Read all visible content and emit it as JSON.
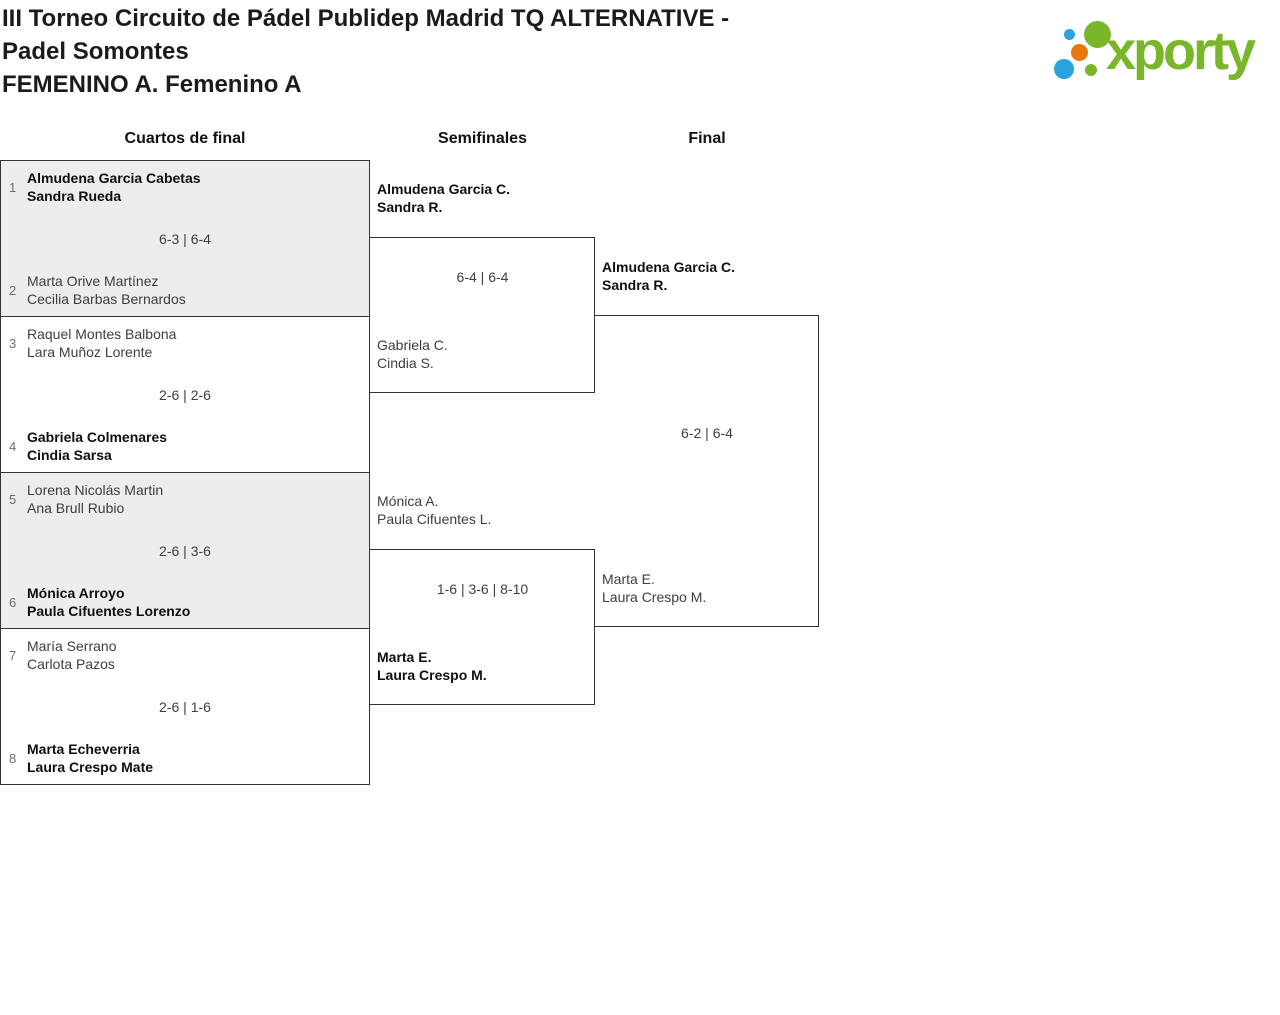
{
  "page": {
    "title_lines": [
      "III Torneo Circuito de Pádel Publidep Madrid TQ ALTERNATIVE -",
      "Padel Somontes",
      "FEMENINO A. Femenino A"
    ]
  },
  "logo": {
    "text": "xporty"
  },
  "rounds": {
    "r1": "Cuartos de final",
    "r2": "Semifinales",
    "r3": "Final"
  },
  "quarterfinals": [
    {
      "seed_top": "1",
      "top_name1": "Almudena Garcia Cabetas",
      "top_name2": "Sandra Rueda",
      "top_winner": true,
      "score": "6-3 | 6-4",
      "seed_bottom": "2",
      "bottom_name1": "Marta Orive Martínez",
      "bottom_name2": "Cecilia Barbas Bernardos",
      "bottom_winner": false
    },
    {
      "seed_top": "3",
      "top_name1": "Raquel Montes Balbona",
      "top_name2": "Lara Muñoz Lorente",
      "top_winner": false,
      "score": "2-6 | 2-6",
      "seed_bottom": "4",
      "bottom_name1": "Gabriela Colmenares",
      "bottom_name2": "Cindia Sarsa",
      "bottom_winner": true
    },
    {
      "seed_top": "5",
      "top_name1": "Lorena Nicolás Martin",
      "top_name2": "Ana Brull Rubio",
      "top_winner": false,
      "score": "2-6 | 3-6",
      "seed_bottom": "6",
      "bottom_name1": "Mónica Arroyo",
      "bottom_name2": "Paula Cifuentes Lorenzo",
      "bottom_winner": true
    },
    {
      "seed_top": "7",
      "top_name1": "María Serrano",
      "top_name2": "Carlota Pazos",
      "top_winner": false,
      "score": "2-6 | 1-6",
      "seed_bottom": "8",
      "bottom_name1": "Marta Echeverria",
      "bottom_name2": "Laura Crespo Mate",
      "bottom_winner": true
    }
  ],
  "semifinals": [
    {
      "top_name1": "Almudena Garcia C.",
      "top_name2": "Sandra R.",
      "top_winner": true,
      "score": "6-4 | 6-4",
      "bottom_name1": "Gabriela C.",
      "bottom_name2": "Cindia S.",
      "bottom_winner": false
    },
    {
      "top_name1": "Mónica A.",
      "top_name2": "Paula Cifuentes L.",
      "top_winner": false,
      "score": "1-6 | 3-6 | 8-10",
      "bottom_name1": "Marta E.",
      "bottom_name2": "Laura Crespo M.",
      "bottom_winner": true
    }
  ],
  "final": {
    "top_name1": "Almudena Garcia C.",
    "top_name2": "Sandra R.",
    "top_winner": true,
    "score": "6-2 | 6-4",
    "bottom_name1": "Marta E.",
    "bottom_name2": "Laura Crespo M.",
    "bottom_winner": false
  },
  "colors": {
    "brand_green": "#7ab629",
    "brand_blue": "#29a4df",
    "brand_orange": "#e8770e",
    "line": "#333333",
    "shaded_row": "#ededed"
  }
}
